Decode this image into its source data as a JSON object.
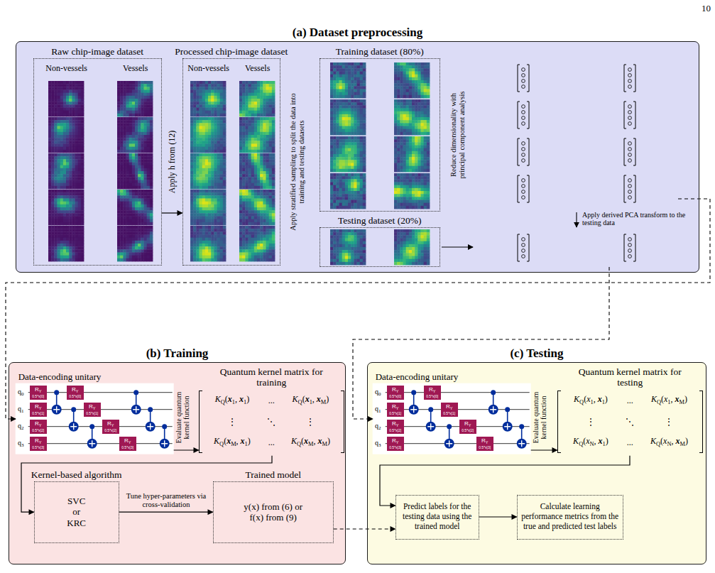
{
  "diagram": {
    "nodes": [
      {
        "text": [
          "(a) Dataset preprocessing"
        ]
      },
      {
        "text": [
          "Raw chip-image dataset",
          "Non-vessels",
          "Vessels"
        ],
        "in": 0
      },
      {
        "text": [
          "Processed chip-image dataset",
          "Non-vessels",
          "Vessels"
        ],
        "in": 0
      },
      {
        "text": [
          "Training dataset (80%)"
        ],
        "in": 0
      },
      {
        "text": [
          "Testing dataset (20%)"
        ],
        "in": 0
      },
      {
        "text": [
          "(b) Training"
        ]
      },
      {
        "text": [
          "Data-encoding unitary"
        ],
        "in": 5
      },
      {
        "text": [
          "RY",
          "0.5*x[0]"
        ],
        "in": 6
      },
      {
        "text": [
          "RY",
          "0.5*x[0]"
        ],
        "in": 6
      },
      {
        "text": [
          "RY",
          "0.5*x[1]"
        ],
        "in": 6
      },
      {
        "text": [
          "RY",
          "0.5*x[1]"
        ],
        "in": 6
      },
      {
        "text": [
          "RY",
          "0.5*x[2]"
        ],
        "in": 6
      },
      {
        "text": [
          "RY",
          "0.5*x[2]"
        ],
        "in": 6
      },
      {
        "text": [
          "RY",
          "0.5*x[3]"
        ],
        "in": 6
      },
      {
        "text": [
          "RY",
          "0.5*x[3]"
        ],
        "in": 6
      },
      {
        "text": [
          "Quantum kernel matrix for training",
          "KQ(x1, x1)",
          "...",
          "KQ(x1, xM)",
          "⋮",
          "⋱",
          "⋮",
          "KQ(xM, x1)",
          "...",
          "KQ(xM, xM)"
        ],
        "in": 5
      },
      {
        "text": [
          "Kernel-based algorithm",
          "SVC or KRC"
        ],
        "in": 5
      },
      {
        "text": [
          "Trained model",
          "y(x) from (6) or f(x) from (9)"
        ],
        "in": 5
      },
      {
        "text": [
          "(c) Testing"
        ]
      },
      {
        "text": [
          "Data-encoding unitary"
        ],
        "in": 18
      },
      {
        "text": [
          "RY",
          "0.5*x[0]"
        ],
        "in": 19
      },
      {
        "text": [
          "RY",
          "0.5*x[0]"
        ],
        "in": 19
      },
      {
        "text": [
          "RY",
          "0.5*x[1]"
        ],
        "in": 19
      },
      {
        "text": [
          "RY",
          "0.5*x[1]"
        ],
        "in": 19
      },
      {
        "text": [
          "RY",
          "0.5*x[2]"
        ],
        "in": 19
      },
      {
        "text": [
          "RY",
          "0.5*x[2]"
        ],
        "in": 19
      },
      {
        "text": [
          "RY",
          "0.5*x[3]"
        ],
        "in": 19
      },
      {
        "text": [
          "RY",
          "0.5*x[3]"
        ],
        "in": 19
      },
      {
        "text": [
          "Quantum kernel matrix for testing",
          "KQ(x1, x1)",
          "...",
          "KQ(x1, xM)",
          "⋮",
          "⋱",
          "⋮",
          "KQ(xN, x1)",
          "...",
          "KQ(xN, xM)"
        ],
        "in": 18
      },
      {
        "text": [
          "Predict labels for the testing data using the trained model"
        ],
        "in": 18
      },
      {
        "text": [
          "Calculate learning performance metrics from the true and predicted test labels"
        ],
        "in": 18
      }
    ],
    "edges": [
      {
        "from": 1,
        "to": 2,
        "arrow": "to",
        "label": "Apply h from (12)"
      },
      {
        "from": 6,
        "to": 15,
        "arrow": "to",
        "label": "Evaluate quantum kernel function"
      },
      {
        "from": 15,
        "to": 16,
        "arrow": "to"
      },
      {
        "from": 16,
        "to": 17,
        "arrow": "to",
        "label": "Tune hyper-parameters via cross-validation"
      },
      {
        "from": 17,
        "to": 29,
        "arrow": "to"
      },
      {
        "from": 19,
        "to": 28,
        "arrow": "to",
        "label": "Evaluate quantum kernel function"
      },
      {
        "from": 28,
        "to": 29,
        "arrow": "to"
      },
      {
        "from": 29,
        "to": 30,
        "arrow": "to"
      }
    ],
    "labels": [
      "10",
      "Apply stratified sampling to split the data into training and testing datasets",
      "Reduce dimensionality with principal component analysis",
      "Apply derived PCA transform to the testing data",
      "q0",
      "q1",
      "q2",
      "q3",
      "q0",
      "q1",
      "q2",
      "q3"
    ]
  }
}
